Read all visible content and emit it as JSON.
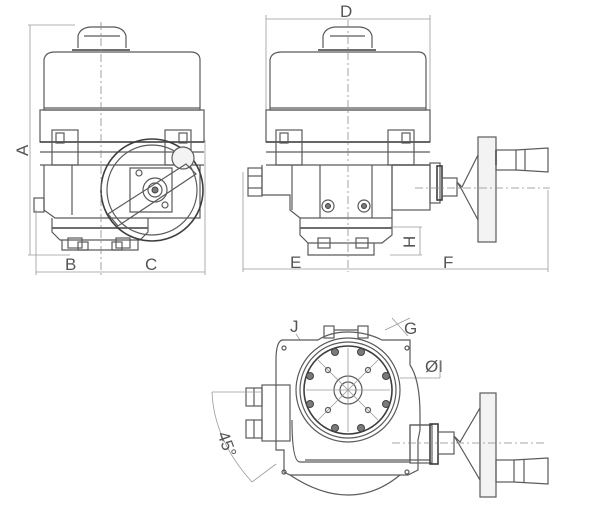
{
  "drawing": {
    "subject": "Electric valve actuator with manual handwheel — dimensional drawing",
    "views": [
      {
        "name": "front-view",
        "description": "Front elevation with handwheel"
      },
      {
        "name": "side-view",
        "description": "Side elevation with crank handwheel"
      },
      {
        "name": "top-view",
        "description": "Top/plan view with cable glands"
      }
    ],
    "dimension_labels": {
      "A": "A",
      "B": "B",
      "C": "C",
      "D": "D",
      "E": "E",
      "F": "F",
      "G": "G",
      "H": "H",
      "J": "J",
      "dia_I": "ØI",
      "angle": "45°"
    },
    "colors": {
      "line": "#5a5a5a",
      "dimension": "#9a9a9a",
      "text": "#555555",
      "background": "#ffffff"
    }
  }
}
